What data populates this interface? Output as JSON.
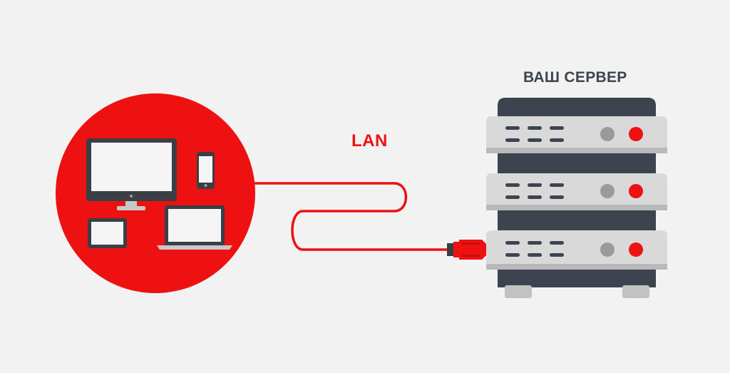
{
  "labels": {
    "lan": "LAN",
    "server": "ВАШ СЕРВЕР"
  },
  "colors": {
    "background": "#f2f2f2",
    "accent_red": "#ee1111",
    "server_dark": "#3d4450",
    "server_panel": "#d9d9d9",
    "device_dark": "#3a3e45",
    "device_screen": "#f5f5f5"
  },
  "devices": {
    "icons": [
      "monitor-icon",
      "smartphone-icon",
      "tablet-icon",
      "laptop-icon"
    ]
  },
  "server": {
    "unit_count": 3,
    "icons": [
      "server-rack-icon",
      "power-button-icon",
      "status-light-icon"
    ]
  },
  "cable": {
    "icon": "ethernet-plug-icon"
  }
}
